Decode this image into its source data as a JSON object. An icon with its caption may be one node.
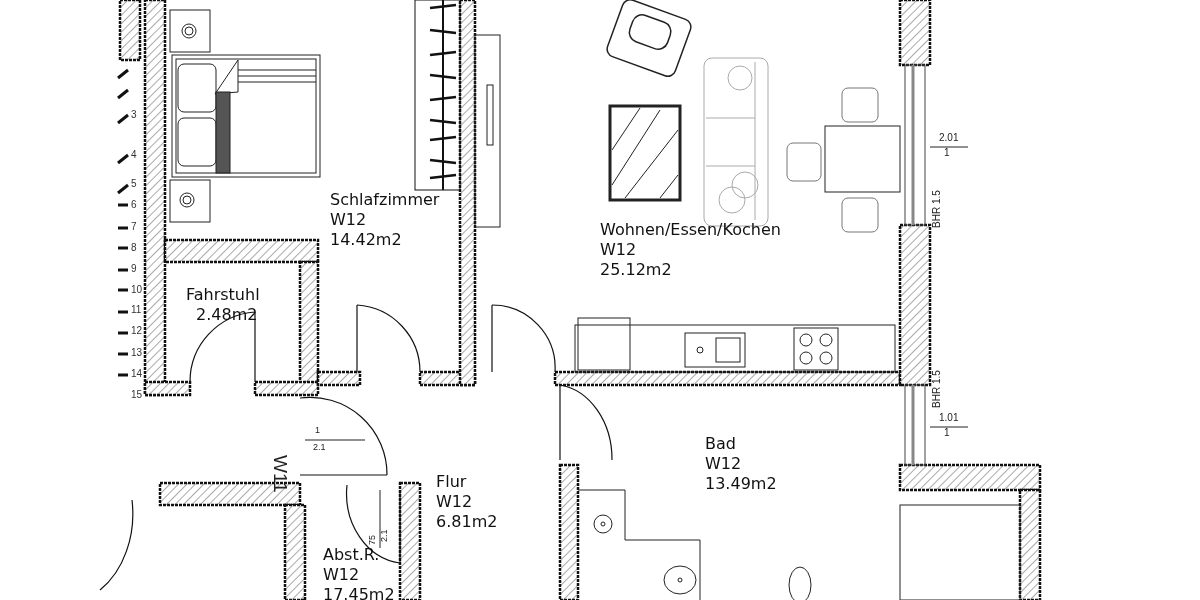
{
  "diagram": {
    "nodes": [
      {
        "text": [
          "Schlafzimmer",
          "W12",
          "14.42m2"
        ]
      },
      {
        "text": [
          "Fahrstuhl",
          "2.48m2"
        ]
      },
      {
        "text": [
          "Wohnen/Essen/Kochen",
          "W12",
          "25.12m2"
        ]
      },
      {
        "text": [
          "Bad",
          "W12",
          "13.49m2"
        ]
      },
      {
        "text": [
          "Flur",
          "W12",
          "6.81m2"
        ]
      },
      {
        "text": [
          "Abst.R.",
          "W12",
          "17.45m2"
        ]
      }
    ],
    "edges": [],
    "labels": [
      "3",
      "2.01",
      "1",
      "4",
      "5",
      "BHR 1.5",
      "6",
      "7",
      "8",
      "9",
      "10",
      "11",
      "12",
      "13",
      "14",
      "15",
      "BHR 1.5",
      "1.01",
      "1",
      "W11",
      "1",
      "2.1",
      "75",
      "2.1"
    ]
  }
}
